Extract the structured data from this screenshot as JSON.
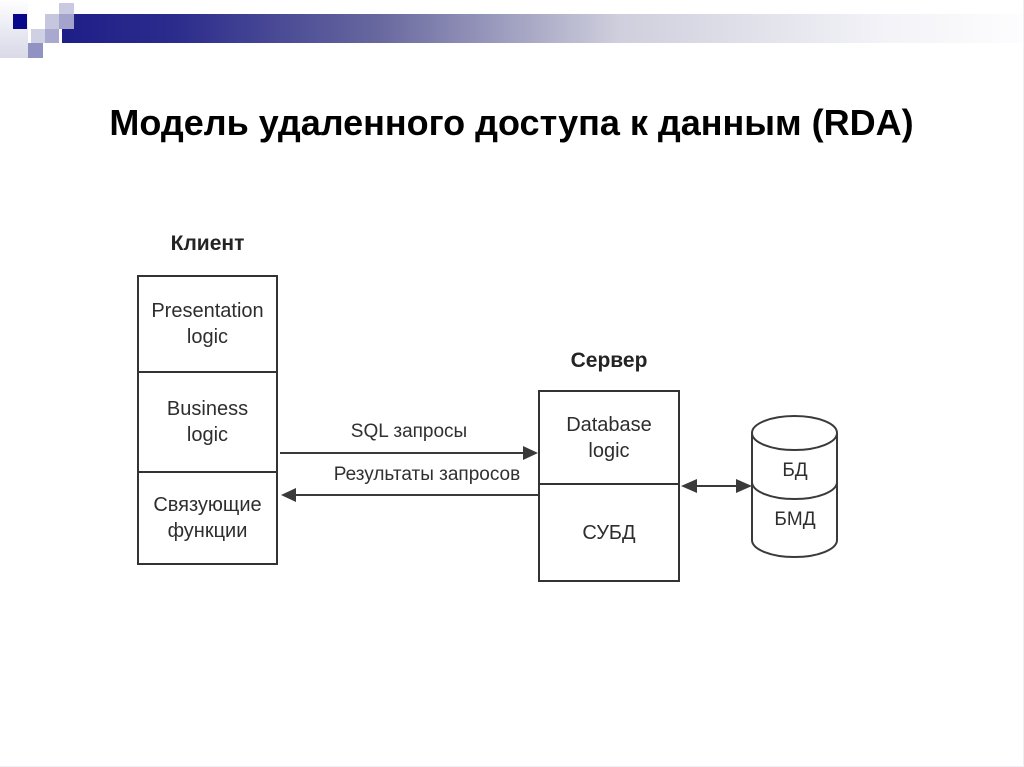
{
  "title": "Модель удаленного доступа к данным (RDA)",
  "client": {
    "label": "Клиент",
    "sections": [
      {
        "lines": [
          "Presentation",
          "logic"
        ]
      },
      {
        "lines": [
          "Business",
          "logic"
        ]
      },
      {
        "lines": [
          "Связующие",
          "функции"
        ]
      }
    ]
  },
  "server": {
    "label": "Сервер",
    "sections": [
      {
        "lines": [
          "Database",
          "logic"
        ]
      },
      {
        "lines": [
          "СУБД"
        ]
      }
    ]
  },
  "arrows": {
    "request": "SQL запросы",
    "response": "Результаты запросов"
  },
  "database": {
    "top_label": "БД",
    "bottom_label": "БМД"
  },
  "colors": {
    "accent_navy": "#1e1e88",
    "deco_lavender": "#a3a3cc",
    "line": "#333333"
  }
}
